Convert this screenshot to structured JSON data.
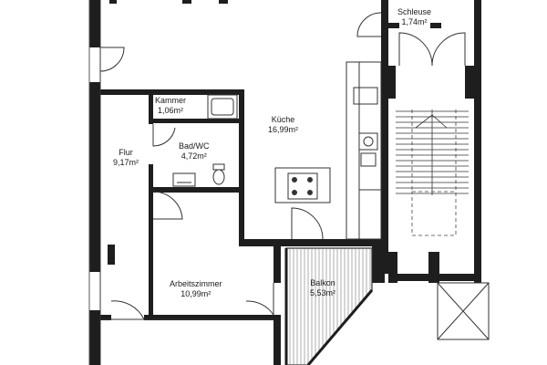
{
  "plan": {
    "rooms": {
      "kammer": {
        "name": "Kammer",
        "area": "1,06m²"
      },
      "flur": {
        "name": "Flur",
        "area": "9,17m²"
      },
      "bad": {
        "name": "Bad/WC",
        "area": "4,72m²"
      },
      "kueche": {
        "name": "Küche",
        "area": "16,99m²"
      },
      "schleuse": {
        "name": "Schleuse",
        "area": "1,74m²"
      },
      "arbeitszimmer": {
        "name": "Arbeitszimmer",
        "area": "10,99m²"
      },
      "balkon": {
        "name": "Balkon",
        "area": "5,53m²"
      }
    },
    "colors": {
      "wall": "#1e1e1e",
      "line": "#333333",
      "stair_dash": "#444444",
      "background": "#ffffff"
    }
  }
}
